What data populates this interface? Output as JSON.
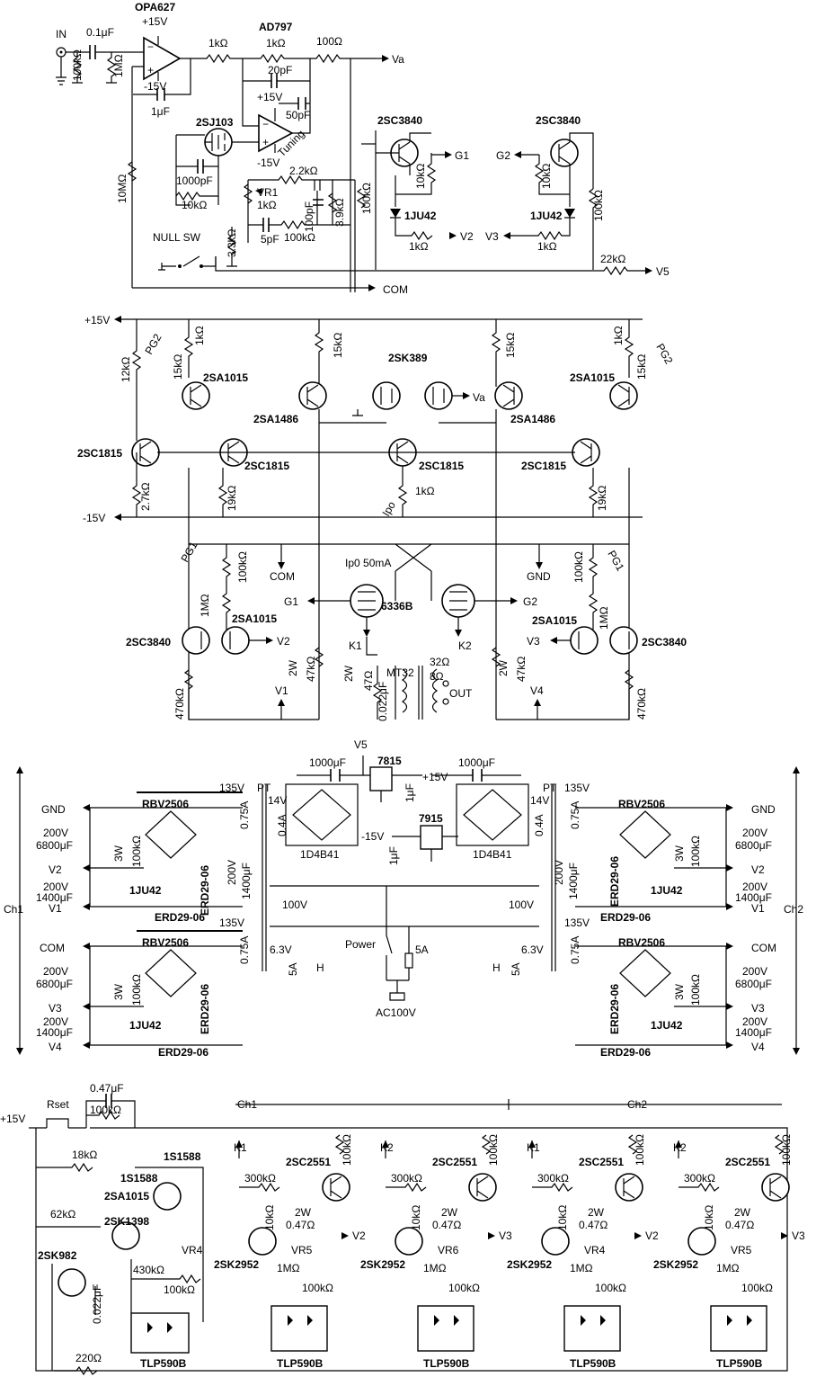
{
  "sec1": {
    "in": "IN",
    "c_in": "0.1μF",
    "r_in": "100kΩ",
    "r_in2": "1MΩ",
    "opa": "OPA627",
    "opa_vp": "+15V",
    "opa_vn": "-15V",
    "c_fb": "1μF",
    "r_1k_a": "1kΩ",
    "ad797": "AD797",
    "r_1k_b": "1kΩ",
    "r_100": "100Ω",
    "va": "Va",
    "c20p": "20pF",
    "ad_vp": "+15V",
    "c50p": "50pF",
    "ad_vn": "-15V",
    "fet": "2SJ103",
    "c1000p": "1000pF",
    "r10k": "10kΩ",
    "r10m": "10MΩ",
    "tuning": "Tuning",
    "vr1": "VR1",
    "vr1v": "1kΩ",
    "r22k": "2.2kΩ",
    "c100p": "100pF",
    "r39k": "3.9kΩ",
    "r100k_a": "100kΩ",
    "c5p": "5pF",
    "r100k_b": "100kΩ",
    "null": "NULL SW",
    "r33k": "3.3kΩ",
    "com": "COM",
    "q1": "2SC3840",
    "g1": "G1",
    "q1r": "10kΩ",
    "d1": "1JU42",
    "r1k_v2": "1kΩ",
    "v2": "V2",
    "q2": "2SC3840",
    "g2": "G2",
    "q2r": "10kΩ",
    "d2": "1JU42",
    "r1k_v3": "1kΩ",
    "v3": "V3",
    "r100k_c": "100kΩ",
    "r22k_v5": "22kΩ",
    "v5": "V5"
  },
  "sec2": {
    "p15": "+15V",
    "n15": "-15V",
    "pg2_l": "PG2",
    "pg2_r": "PG2",
    "r1k_l": "1kΩ",
    "r1k_r": "1kΩ",
    "r12k": "12kΩ",
    "r15k_l": "15kΩ",
    "r15k_r": "15kΩ",
    "r15k_cl": "15kΩ",
    "r15k_cr": "15kΩ",
    "sa1015_l": "2SA1015",
    "sa1015_r": "2SA1015",
    "sa1486_l": "2SA1486",
    "sa1486_r": "2SA1486",
    "sk389": "2SK389",
    "va": "Va",
    "c1815_a": "2SC1815",
    "c1815_b": "2SC1815",
    "c1815_c": "2SC1815",
    "c1815_d": "2SC1815",
    "r27k": "2.7kΩ",
    "r19k_l": "19kΩ",
    "r19k_r": "19kΩ",
    "ipo": "Ipo",
    "r1k_ipo": "1kΩ",
    "pg1_l": "PG1",
    "pg1_r": "PG1",
    "r100k_l": "100kΩ",
    "r100k_r": "100kΩ",
    "com": "COM",
    "gnd": "GND",
    "ip0": "Ip0 50mA",
    "r1m_l": "1MΩ",
    "r1m_r": "1MΩ",
    "g1": "G1",
    "g2": "G2",
    "tube": "6336B",
    "k1": "K1",
    "k2": "K2",
    "sa1015_bl": "2SA1015",
    "sa1015_br": "2SA1015",
    "c3840_l": "2SC3840",
    "c3840_r": "2SC3840",
    "v2": "V2",
    "v3": "V3",
    "mt32": "MT32",
    "o32": "32Ω",
    "o8": "8Ω",
    "out": "OUT",
    "r2w_l": "2W",
    "r47k_l": "47kΩ",
    "r2w_r": "2W",
    "r47k_r": "47kΩ",
    "r2w_c": "2W",
    "r47_c": "47Ω",
    "c0022": "0.022μF",
    "v1": "V1",
    "v4": "V4",
    "r470k_l": "470kΩ",
    "r470k_r": "470kΩ"
  },
  "sec3": {
    "ch1": "Ch1",
    "ch2": "Ch2",
    "v5": "V5",
    "c1000_l": "1000μF",
    "c1000_r": "1000μF",
    "reg_p": "7815",
    "reg_n": "7915",
    "p15": "+15V",
    "n15": "-15V",
    "c1u_a": "1μF",
    "c1u_b": "1μF",
    "bridge_small_l": "1D4B41",
    "bridge_small_r": "1D4B41",
    "v14_l": "14V",
    "v14_r": "14V",
    "a04_l": "0.4A",
    "a04_r": "0.4A",
    "pt_l": "PT",
    "pt_r": "PT",
    "v135": "135V",
    "a075": "0.75A",
    "gnd": "GND",
    "com": "COM",
    "rbv": "RBV2506",
    "c6800": "200V\n6800μF",
    "c1400": "200V\n1400μF",
    "r3w": "3W",
    "r100k": "100kΩ",
    "d1ju42": "1JU42",
    "erd": "ERD29-06",
    "v1": "V1",
    "v2": "V2",
    "v3": "V3",
    "v4": "V4",
    "v100": "100V",
    "v63": "6.3V",
    "a5": "5A",
    "h": "H",
    "power": "Power",
    "fuse": "5A",
    "ac": "AC100V"
  },
  "sec4": {
    "p15": "+15V",
    "rset": "Rset",
    "c047": "0.47μF",
    "r100k": "100kΩ",
    "r18k": "18kΩ",
    "d1s_a": "1S1588",
    "d1s_b": "1S1588",
    "sa1015": "2SA1015",
    "sk1398": "2SK1398",
    "r62k": "62kΩ",
    "sk982": "2SK982",
    "c0022": "0.022μF",
    "vr4": "VR4",
    "r430k": "430kΩ",
    "r100k_b": "100kΩ",
    "r220": "220Ω",
    "tlp": "TLP590B",
    "ch1": "Ch1",
    "ch2": "Ch2",
    "cells": [
      {
        "k": "K1",
        "out": "V2",
        "vr": "VR5"
      },
      {
        "k": "K2",
        "out": "V3",
        "vr": "VR6"
      },
      {
        "k": "K1",
        "out": "V2",
        "vr": "VR4"
      },
      {
        "k": "K2",
        "out": "V3",
        "vr": "VR5"
      }
    ],
    "c2551": "2SC2551",
    "r300k": "300kΩ",
    "r10k": "10kΩ",
    "r2w": "2W",
    "r047": "0.47Ω",
    "sk2952": "2SK2952",
    "r1m": "1MΩ",
    "r100k_c": "100kΩ",
    "r100k_top": "100kΩ"
  }
}
